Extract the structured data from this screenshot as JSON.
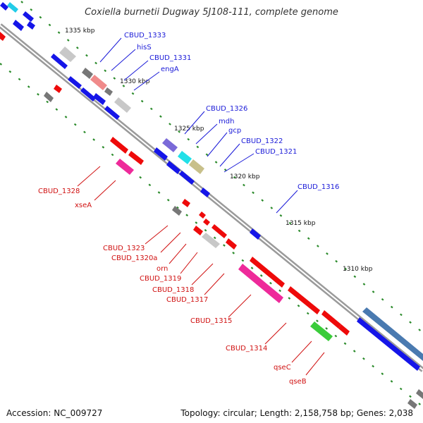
{
  "title": "Coxiella burnetii Dugway 5J108-111, complete genome",
  "footer": {
    "accession": "Accession: NC_009727",
    "summary": "Topology: circular; Length: 2,158,758 bp; Genes: 2,038"
  },
  "ticks": [
    "1335 kbp",
    "1330 kbp",
    "1325 kbp",
    "1320 kbp",
    "1315 kbp",
    "1310 kbp"
  ],
  "labels_forward": [
    "CBUD_1333",
    "hisS",
    "CBUD_1331",
    "engA",
    "CBUD_1326",
    "mdh",
    "gcp",
    "CBUD_1322",
    "CBUD_1321",
    "CBUD_1316"
  ],
  "labels_reverse": [
    "CBUD_1328",
    "xseA",
    "CBUD_1323",
    "CBUD_1320a",
    "orn",
    "CBUD_1319",
    "CBUD_1318",
    "CBUD_1317",
    "CBUD_1315",
    "CBUD_1314",
    "qseC",
    "qseB"
  ],
  "colors": {
    "forward_gene": "#0a0ae0",
    "reverse_gene": "#ee0a0a",
    "forward_label": "#1a1ad8",
    "reverse_label": "#d01010",
    "backbone": "#9a9a9a",
    "tick_dot": "#2a8a2a"
  }
}
